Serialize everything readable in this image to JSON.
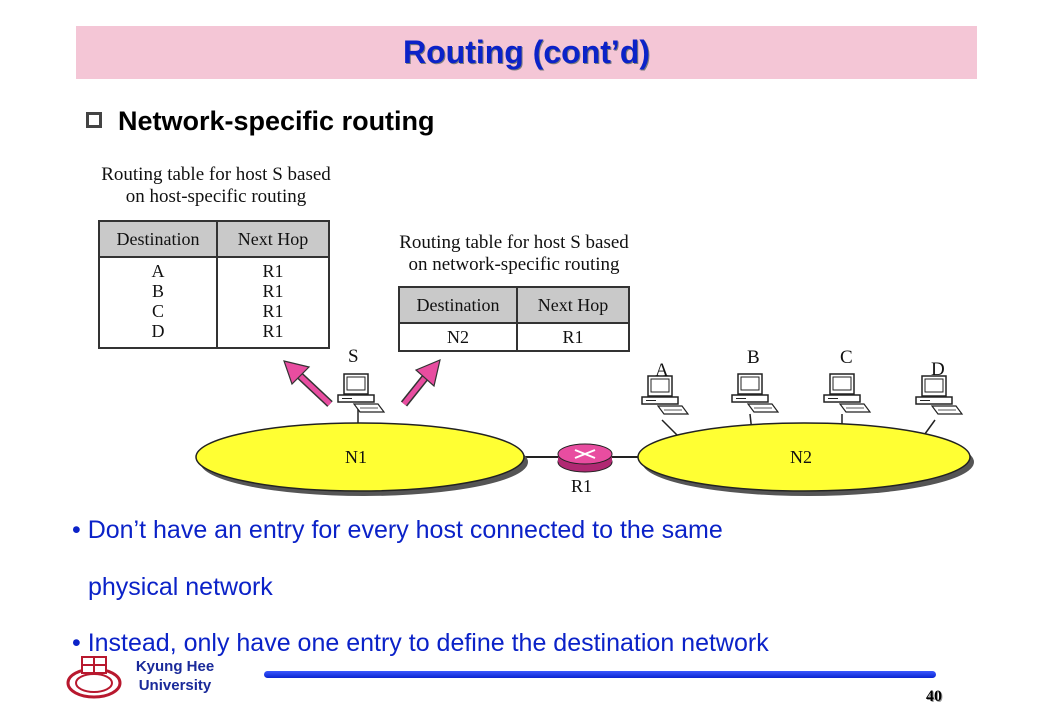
{
  "slide": {
    "title": "Routing (cont’d)",
    "heading": "Network-specific routing",
    "page_number": "40"
  },
  "left_table": {
    "caption_line1": "Routing table for host S based",
    "caption_line2": "on host-specific routing",
    "headers": [
      "Destination",
      "Next Hop"
    ],
    "destinations": [
      "A",
      "B",
      "C",
      "D"
    ],
    "next_hops": [
      "R1",
      "R1",
      "R1",
      "R1"
    ]
  },
  "right_table": {
    "caption_line1": "Routing table for host S based",
    "caption_line2": "on network-specific routing",
    "headers": [
      "Destination",
      "Next Hop"
    ],
    "rows": [
      [
        "N2",
        "R1"
      ]
    ]
  },
  "network": {
    "source_host": "S",
    "hosts": [
      "A",
      "B",
      "C",
      "D"
    ],
    "networks": [
      "N1",
      "N2"
    ],
    "router": "R1"
  },
  "bullets": {
    "b1_line1": "• Don’t have an entry for every host connected to the same",
    "b1_line2": "physical network",
    "b2": "• Instead, only have one entry to define the destination network"
  },
  "logo": {
    "line1": "Kyung Hee",
    "line2": "University"
  },
  "colors": {
    "title_bar": "#f4c6d6",
    "title_text": "#0b22c8",
    "network_fill": "#ffff33",
    "router": "#e84da0",
    "arrow": "#e84da0",
    "bullet_text": "#0b22c8"
  }
}
